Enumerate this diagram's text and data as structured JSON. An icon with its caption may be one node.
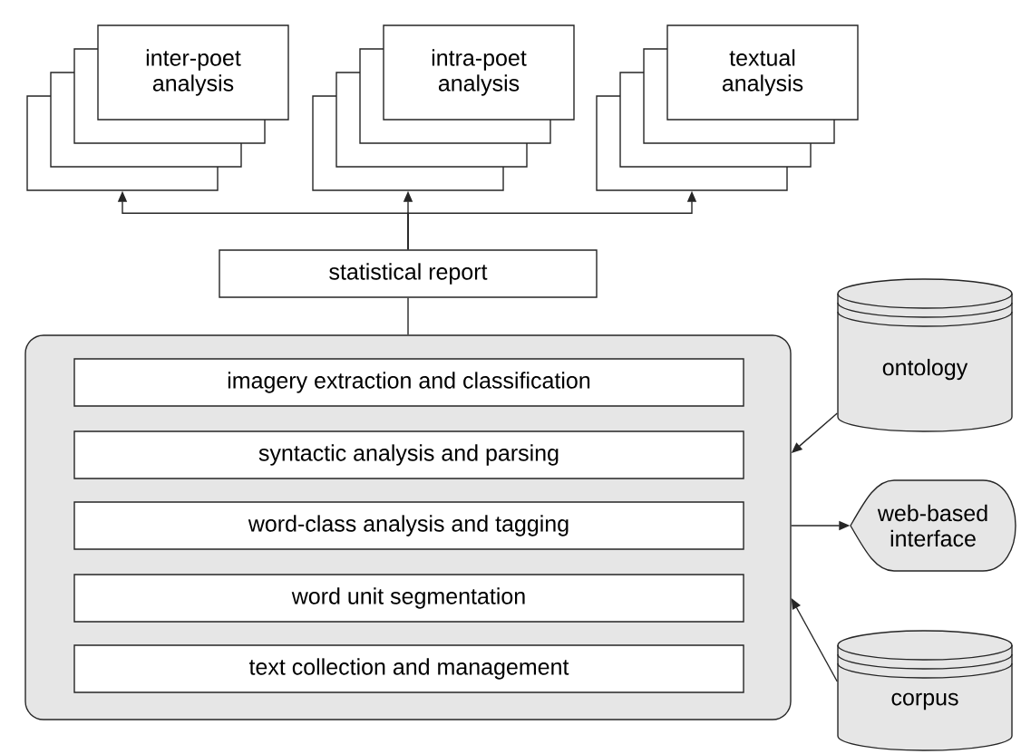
{
  "diagram": {
    "nodes": [
      {
        "text": [
          "inter-poet analysis"
        ]
      },
      {
        "text": [
          "intra-poet analysis"
        ]
      },
      {
        "text": [
          "textual analysis"
        ]
      },
      {
        "text": [
          "statistical report"
        ]
      },
      {
        "text": [],
        "shape": "box"
      },
      {
        "text": [
          "imagery extraction and classification"
        ],
        "in": 4
      },
      {
        "text": [
          "syntactic analysis and parsing"
        ],
        "in": 4
      },
      {
        "text": [
          "word-class analysis and tagging"
        ],
        "in": 4
      },
      {
        "text": [
          "word unit segmentation"
        ],
        "in": 4
      },
      {
        "text": [
          "text collection and management"
        ],
        "in": 4
      },
      {
        "text": [
          "ontology"
        ]
      },
      {
        "text": [
          "web-based interface"
        ]
      },
      {
        "text": [
          "corpus"
        ]
      }
    ],
    "edges": [
      {
        "from": 3,
        "to": 0,
        "arrow": "to"
      },
      {
        "from": 3,
        "to": 1,
        "arrow": "to"
      },
      {
        "from": 3,
        "to": 2,
        "arrow": "to"
      },
      {
        "from": 4,
        "to": 3,
        "arrow": "none"
      },
      {
        "from": 10,
        "to": 4,
        "arrow": "to"
      },
      {
        "from": 4,
        "to": 11,
        "arrow": "to"
      },
      {
        "from": 12,
        "to": 4,
        "arrow": "to"
      }
    ]
  }
}
